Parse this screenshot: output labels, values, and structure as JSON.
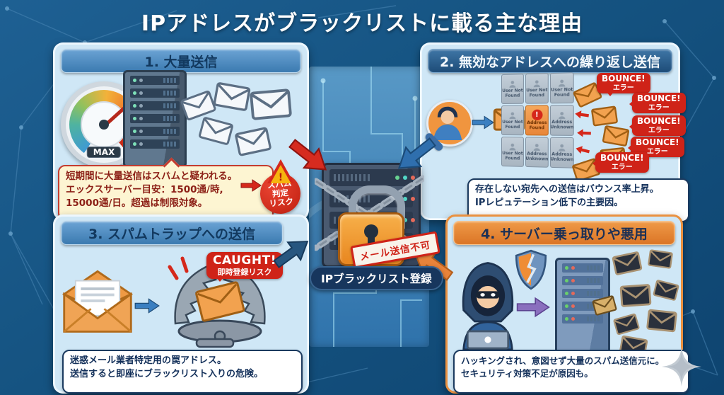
{
  "title": "IPアドレスがブラックリストに載る主な理由",
  "panel1": {
    "header": "1. 大量送信",
    "gauge_label": "MAX",
    "note": {
      "line1": "短期間に大量送信はスパムと疑われる。",
      "line2": "エックスサーバー目安：1500通/時,",
      "line3": "15000通/日。超過は制限対象。"
    },
    "risk_badge": {
      "line1": "スパム",
      "line2": "判定",
      "line3": "リスク"
    }
  },
  "panel2": {
    "header": "2. 無効なアドレスへの繰り返し送信",
    "grid": [
      {
        "label": "User Not Found",
        "alert": false
      },
      {
        "label": "User Not Found",
        "alert": false
      },
      {
        "label": "User Not Found",
        "alert": false
      },
      {
        "label": "User Not Found",
        "alert": false
      },
      {
        "label": "Address Found",
        "alert": true
      },
      {
        "label": "Address Unknown",
        "alert": false
      },
      {
        "label": "User Not Found",
        "alert": false
      },
      {
        "label": "Address Unknown",
        "alert": false
      },
      {
        "label": "Address Unknown",
        "alert": false
      }
    ],
    "bounce": {
      "line1": "BOUNCE!",
      "line2": "エラー"
    },
    "note": {
      "line1": "存在しない宛先への送信はバウンス率上昇。",
      "line2": "IPレピュテーション低下の主要因。"
    }
  },
  "panel3": {
    "header": "3. スパムトラップへの送信",
    "caught": {
      "line1": "CAUGHT!",
      "line2": "即時登録リスク"
    },
    "note": {
      "line1": "迷惑メール業者特定用の罠アドレス。",
      "line2": "送信すると即座にブラックリスト入りの危険。"
    }
  },
  "panel4": {
    "header": "4. サーバー乗っ取りや悪用",
    "note": {
      "line1": "ハッキングされ、意図せず大量のスパム送信元に。",
      "line2": "セキュリティ対策不足が原因も。"
    }
  },
  "center": {
    "stamp": "メール送信不可",
    "label": "IPブラックリスト登録"
  },
  "icons": {
    "warning_glyph": "!",
    "alert_glyph": "!"
  },
  "colors": {
    "background": "#15537f",
    "panel_bg": "#cfe7f6",
    "alert_red": "#cf2318",
    "accent_orange": "#e8833a",
    "navy": "#17365d",
    "note_yellow": "#fdf5d2",
    "lock_orange": "#ee9a2f"
  }
}
